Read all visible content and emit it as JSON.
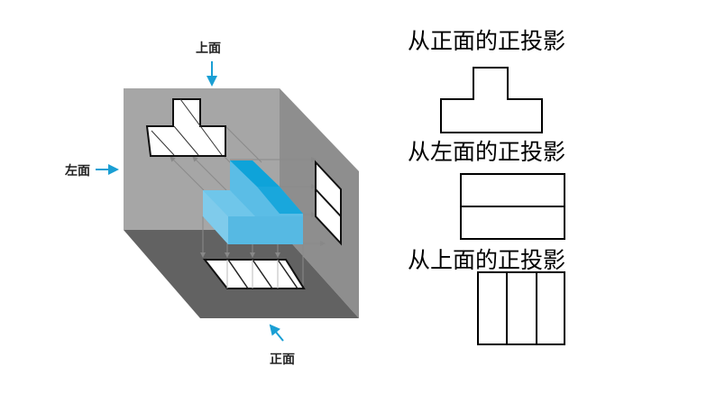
{
  "diagram": {
    "labels": {
      "top": "上面",
      "left": "左面",
      "front": "正面"
    },
    "colors": {
      "block": "#5bbde6",
      "block_dark": "#0ea3d9",
      "arrow": "#1a9fd4",
      "back_wall": "#a6a6a6",
      "side_wall": "#8e8e8e",
      "floor": "#606060"
    }
  },
  "views": [
    {
      "title": "从正面的正投影"
    },
    {
      "title": "从左面的正投影"
    },
    {
      "title": "从上面的正投影"
    }
  ]
}
